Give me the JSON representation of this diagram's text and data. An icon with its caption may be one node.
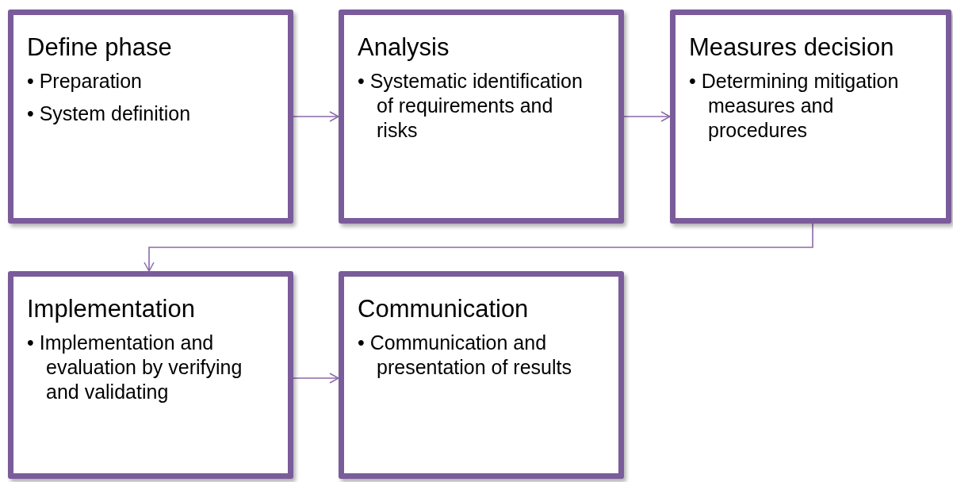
{
  "diagram": {
    "nodes": [
      {
        "text": [
          "Define phase",
          "• Preparation",
          "• System definition"
        ]
      },
      {
        "text": [
          "Analysis",
          "• Systematic identification of requirements and risks"
        ]
      },
      {
        "text": [
          "Measures decision",
          "• Determining mitigation measures and procedures"
        ]
      },
      {
        "text": [
          "Implementation",
          "• Implementation and evaluation by verifying and validating"
        ]
      },
      {
        "text": [
          "Communication",
          "• Communication and presentation of results"
        ]
      }
    ],
    "edges": [
      {
        "from": 0,
        "to": 1,
        "arrow": "to"
      },
      {
        "from": 1,
        "to": 2,
        "arrow": "to"
      },
      {
        "from": 2,
        "to": 3,
        "arrow": "to"
      },
      {
        "from": 3,
        "to": 4,
        "arrow": "to"
      }
    ]
  }
}
